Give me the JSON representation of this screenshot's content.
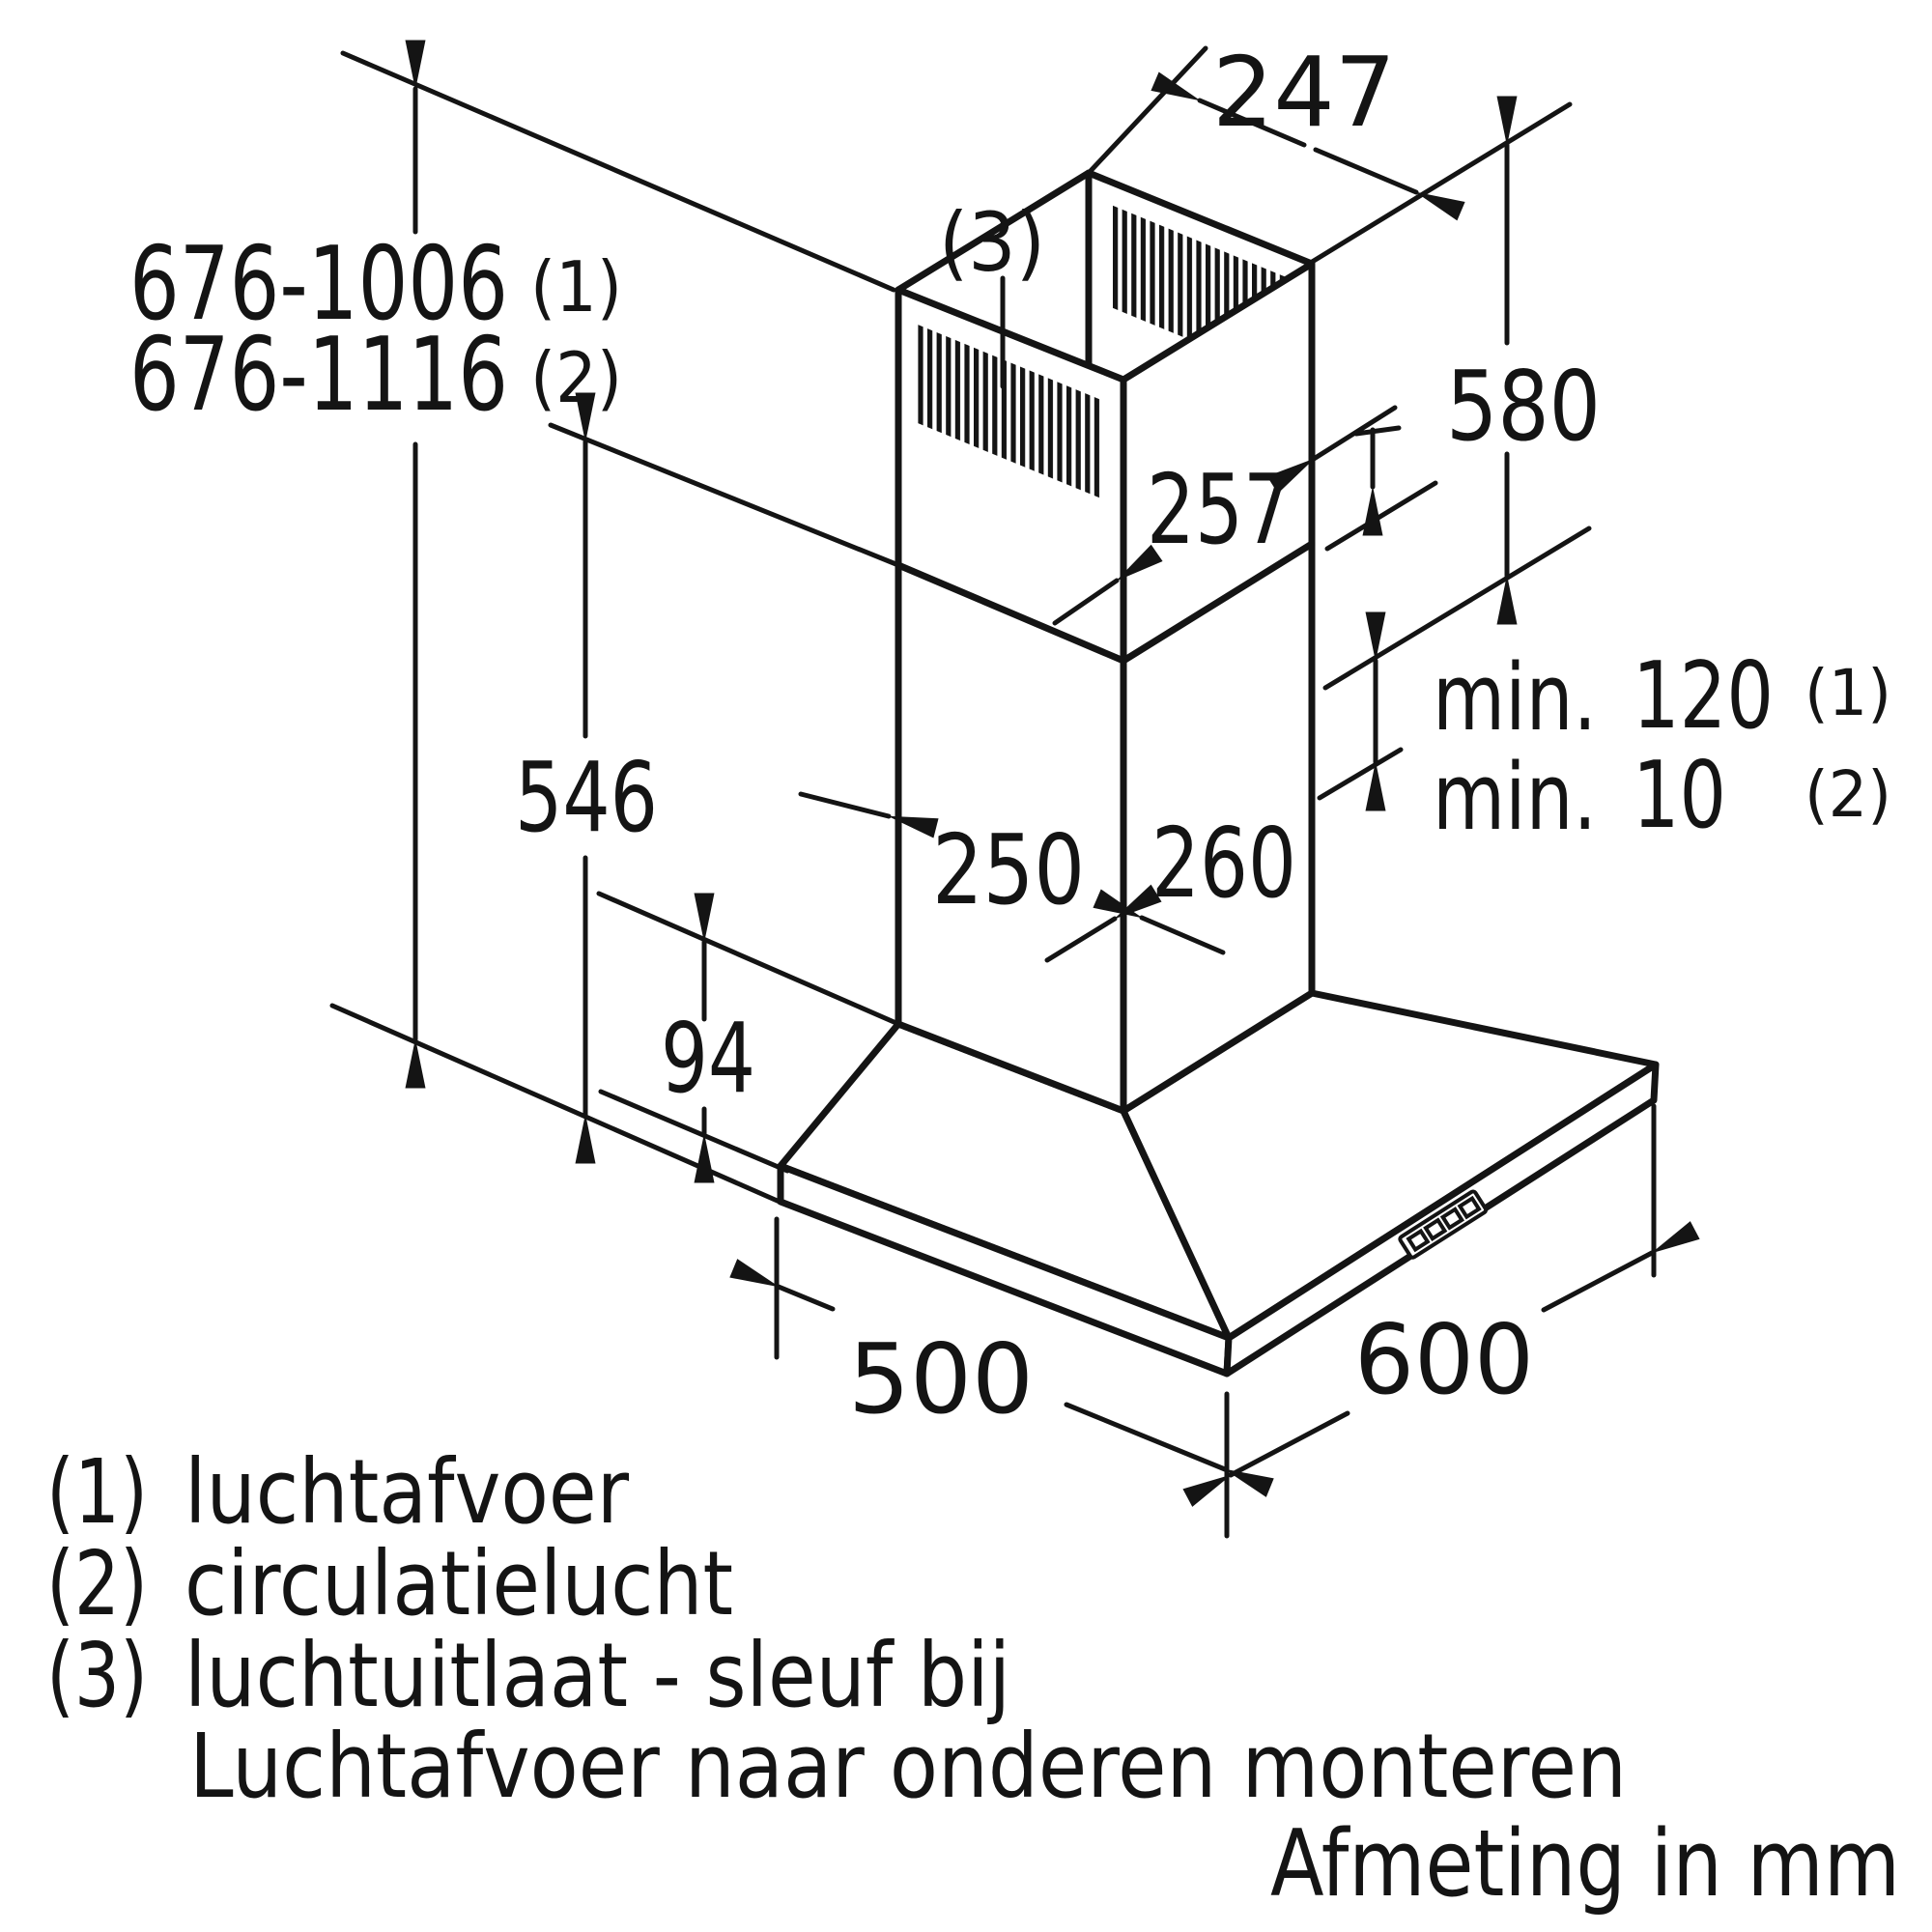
{
  "labels": {
    "height_total_1": "676-1006",
    "height_total_1_ref": "(1)",
    "height_total_2": "676-1116",
    "height_total_2_ref": "(2)",
    "top_depth": "247",
    "callout_outlet": "(3)",
    "upper_section_height": "580",
    "upper_section_width": "257",
    "min_1_label": "min.",
    "min_1_value": "120",
    "min_1_ref": "(1)",
    "min_2_label": "min.",
    "min_2_value": "10",
    "min_2_ref": "(2)",
    "lower_section_height": "546",
    "chimney_width": "250",
    "chimney_depth": "260",
    "canopy_height": "94",
    "base_width": "500",
    "base_depth": "600"
  },
  "legend": [
    {
      "ref": "(1)",
      "text": "luchtafvoer"
    },
    {
      "ref": "(2)",
      "text": "circulatielucht"
    },
    {
      "ref": "(3)",
      "text": "luchtuitlaat - sleuf bij"
    },
    {
      "ref": "",
      "text": "Luchtafvoer naar onderen monteren"
    }
  ],
  "footer": "Afmeting in mm",
  "colors": {
    "line": "#141414",
    "background": "#ffffff"
  }
}
